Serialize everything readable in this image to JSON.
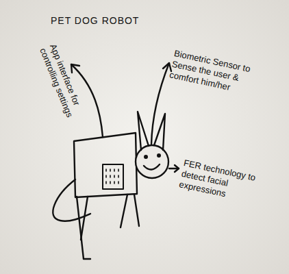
{
  "diagram": {
    "title": "PET DOG ROBOT",
    "labels": [
      "Biometric Sensor to Sense the user & comfort him/her",
      "App interface for controlling settings",
      "FER technology to detect facial expressions"
    ]
  }
}
